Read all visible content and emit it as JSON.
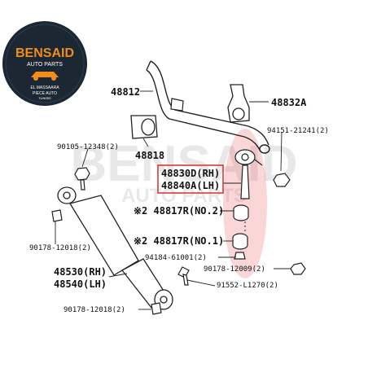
{
  "logo": {
    "brand": "BENSAID",
    "tagline": "AUTO PARTS",
    "sub1": "EL MASSAARA",
    "sub2": "PIECE AUTO",
    "sub3": "TUNISIE"
  },
  "watermark": {
    "main": "BENSAID",
    "sub": "AUTO PARTS"
  },
  "highlight": {
    "border": "#d32f2f",
    "glow": "rgba(230,70,70,0.22)"
  },
  "parts": [
    {
      "id": "p48812",
      "label": "48812"
    },
    {
      "id": "p48832A",
      "label": "48832A"
    },
    {
      "id": "p48818",
      "label": "48818"
    },
    {
      "id": "p94151",
      "label": "94151-21241(2)"
    },
    {
      "id": "p90105",
      "label": "90105-12348(2)"
    },
    {
      "id": "p48830D",
      "label": "48830D(RH)"
    },
    {
      "id": "p48840A",
      "label": "48840A(LH)"
    },
    {
      "id": "p48817n2",
      "label": "※2 48817R(NO.2)"
    },
    {
      "id": "p48817n1",
      "label": "※2 48817R(NO.1)"
    },
    {
      "id": "p90178a",
      "label": "90178-12018(2)"
    },
    {
      "id": "p94184",
      "label": "94184-61001(2)"
    },
    {
      "id": "p48530",
      "label": "48530(RH)"
    },
    {
      "id": "p48540",
      "label": "48540(LH)"
    },
    {
      "id": "p90178c",
      "label": "90178-12009(2)"
    },
    {
      "id": "p91552",
      "label": "91552-L1270(2)"
    },
    {
      "id": "p90178b",
      "label": "90178-12018(2)"
    }
  ]
}
